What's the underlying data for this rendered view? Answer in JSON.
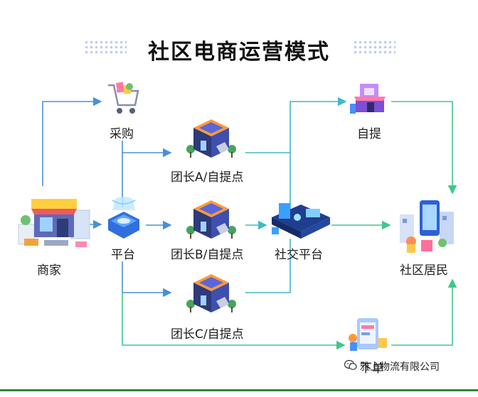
{
  "title": "社区电商运营模式",
  "labels": {
    "merchant": "商家",
    "purchase": "采购",
    "platform": "平台",
    "leader_a": "团长A/自提点",
    "leader_b": "团长B/自提点",
    "leader_c": "团长C/自提点",
    "social": "社交平台",
    "self_pickup": "自提",
    "residents": "社区居民",
    "offline": "下单"
  },
  "watermark": "雅上物流有限公司",
  "icons": {
    "merchant": "store-icon",
    "purchase": "shopping-cart-icon",
    "platform": "platform-hub-icon",
    "leaders": "pickup-store-icon",
    "social": "social-platform-icon",
    "self_pickup": "pickup-shop-icon",
    "residents": "resident-city-icon",
    "offline": "order-phone-icon",
    "watermark": "wechat-icon"
  },
  "colors": {
    "arrow_blue": "#4a90d9",
    "arrow_green": "#43c58e",
    "arrow_teal": "#3fb9c4"
  }
}
